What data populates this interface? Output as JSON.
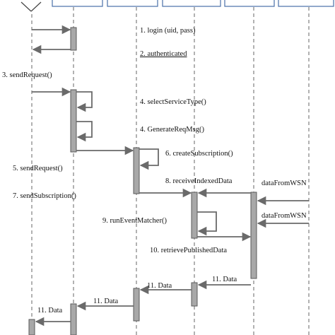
{
  "colors": {
    "header_border": "#4a70a8",
    "lifeline": "#666666",
    "activation_fill": "#a8a8a8",
    "activation_stroke": "#5a5a5a",
    "arrow": "#6a6a6a",
    "text": "#111111"
  },
  "actor_icon": "stick-figure-actor-icon",
  "participants": [
    "",
    "",
    "",
    "",
    ""
  ],
  "messages": [
    {
      "id": "m1",
      "text": "1. login (uid, pass)"
    },
    {
      "id": "m2",
      "text": "2. authenticated"
    },
    {
      "id": "m3",
      "text": "3. sendRequest()"
    },
    {
      "id": "m4",
      "text": "4. selectServiceType()"
    },
    {
      "id": "m5",
      "text": "4. GenerateReqMsg()"
    },
    {
      "id": "m6",
      "text": "6. createSubscription()"
    },
    {
      "id": "m7",
      "text": "5. sendRequest()"
    },
    {
      "id": "m8",
      "text": "8. receiveIndexedData"
    },
    {
      "id": "m9",
      "text": "dataFromWSN"
    },
    {
      "id": "m10",
      "text": "7. sendSubscription()"
    },
    {
      "id": "m11",
      "text": "9. runEventMatcher()"
    },
    {
      "id": "m12",
      "text": "dataFromWSN"
    },
    {
      "id": "m13",
      "text": "10. retrievePublishedData"
    },
    {
      "id": "m14",
      "text": "11. Data"
    },
    {
      "id": "m15",
      "text": "11. Data"
    },
    {
      "id": "m16",
      "text": "11. Data"
    },
    {
      "id": "m17",
      "text": "11. Data"
    }
  ]
}
